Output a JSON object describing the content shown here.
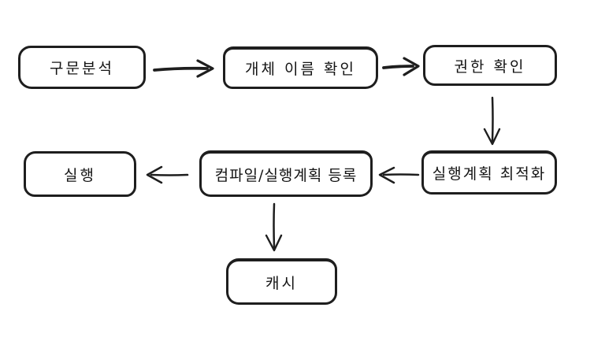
{
  "diagram": {
    "description": "query-processing-flowchart",
    "colors": {
      "stroke": "#1e1e1e",
      "background": "#ffffff"
    },
    "nodes": [
      {
        "id": "parse",
        "label": "구문분석"
      },
      {
        "id": "object-name",
        "label": "개체 이름 확인"
      },
      {
        "id": "permission",
        "label": "권한 확인"
      },
      {
        "id": "plan-optimize",
        "label": "실행계획 최적화"
      },
      {
        "id": "compile-register",
        "label": "컴파일/실행계획 등록"
      },
      {
        "id": "execute",
        "label": "실행"
      },
      {
        "id": "cache",
        "label": "캐시"
      }
    ],
    "edges": [
      {
        "from": "구문분석",
        "to": "개체 이름 확인",
        "direction": "right"
      },
      {
        "from": "개체 이름 확인",
        "to": "권한 확인",
        "direction": "right"
      },
      {
        "from": "권한 확인",
        "to": "실행계획 최적화",
        "direction": "down"
      },
      {
        "from": "실행계획 최적화",
        "to": "컴파일/실행계획 등록",
        "direction": "left"
      },
      {
        "from": "컴파일/실행계획 등록",
        "to": "실행",
        "direction": "left"
      },
      {
        "from": "컴파일/실행계획 등록",
        "to": "캐시",
        "direction": "down"
      }
    ]
  }
}
